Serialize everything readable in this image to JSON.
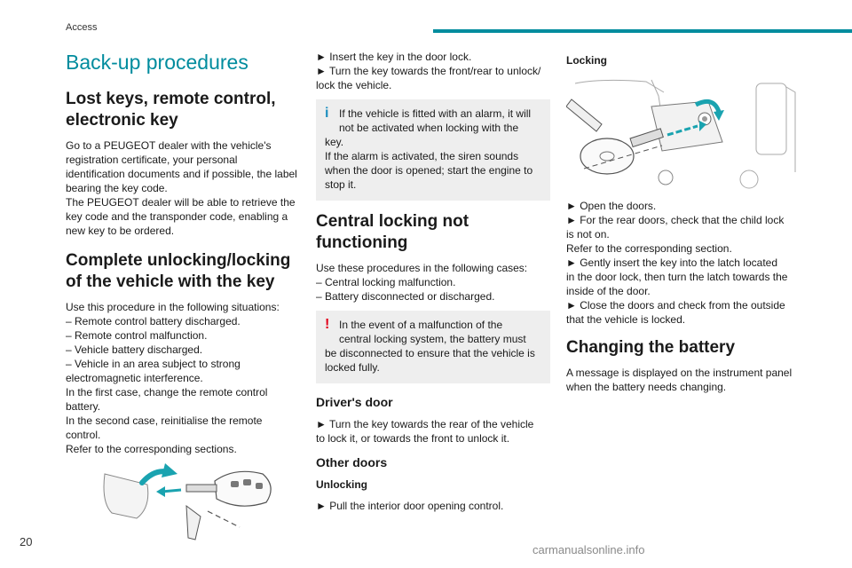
{
  "header": {
    "section": "Access",
    "page_number": "20"
  },
  "col1": {
    "chapter_title": "Back-up procedures",
    "lost_keys": {
      "heading": [
        "Lost keys, remote control,",
        "electronic key"
      ],
      "paragraph": [
        "Go to a PEUGEOT dealer with the vehicle's",
        "registration certificate, your personal",
        "identification documents and if possible, the label",
        "bearing the key code.",
        "The PEUGEOT dealer will be able to retrieve the",
        "key code and the transponder code, enabling a",
        "new key to be ordered."
      ]
    },
    "complete": {
      "heading": [
        "Complete unlocking/locking",
        "of the vehicle with the key"
      ],
      "paragraph": [
        "Use this procedure in the following situations:",
        "–  Remote control battery discharged.",
        "–  Remote control malfunction.",
        "–  Vehicle battery discharged.",
        "–  Vehicle in an area subject to strong",
        "electromagnetic interference.",
        "In the first case, change the remote control",
        "battery.",
        "In the second case, reinitialise the remote",
        "control.",
        "Refer to the corresponding sections."
      ]
    }
  },
  "col2": {
    "steps": [
      "►  Insert the key in the door lock.",
      "►  Turn the key towards the front/rear to unlock/",
      "lock the vehicle."
    ],
    "info_note": {
      "first": [
        "If the vehicle is fitted with an alarm, it will",
        "not be activated when locking with the"
      ],
      "rest": [
        "key.",
        "If the alarm is activated, the siren sounds",
        "when the door is opened; start the engine to",
        "stop it."
      ]
    },
    "central": {
      "heading": [
        "Central locking not",
        "functioning"
      ],
      "paragraph": [
        "Use these procedures in the following cases:",
        "–  Central locking malfunction.",
        "–  Battery disconnected or discharged."
      ]
    },
    "warn_note": {
      "first": [
        "In the event of a malfunction of the",
        "central locking system, the battery must"
      ],
      "rest": [
        "be disconnected to ensure that the vehicle is",
        "locked fully."
      ]
    },
    "drivers_door": {
      "heading": "Driver's door",
      "paragraph": [
        "►  Turn the key towards the rear of the vehicle",
        "to lock it, or towards the front to unlock it."
      ]
    },
    "other_doors": {
      "heading": "Other doors",
      "unlocking_heading": "Unlocking",
      "paragraph": [
        "►  Pull the interior door opening control."
      ]
    }
  },
  "col3": {
    "locking_heading": "Locking",
    "steps": [
      "►  Open the doors.",
      "►  For the rear doors, check that the child lock",
      "is not on.",
      "Refer to the corresponding section.",
      "►  Gently insert the key into the latch located",
      "in the door lock, then turn the latch towards the",
      "inside of the door.",
      "►  Close the doors and check from the outside",
      "that the vehicle is locked."
    ],
    "battery": {
      "heading": "Changing the battery",
      "paragraph": [
        "A message is displayed on the instrument panel",
        "when the battery needs changing."
      ]
    }
  },
  "footer": {
    "watermark": "carmanualsonline.info"
  },
  "colors": {
    "accent": "#008c9e",
    "info_icon": "#1e8fbf",
    "warning_icon": "#e2001a",
    "note_bg": "#eeeeee",
    "illustration_arrow": "#1aa3b0"
  },
  "icons": {
    "info": "info-icon",
    "warning": "warning-icon"
  }
}
